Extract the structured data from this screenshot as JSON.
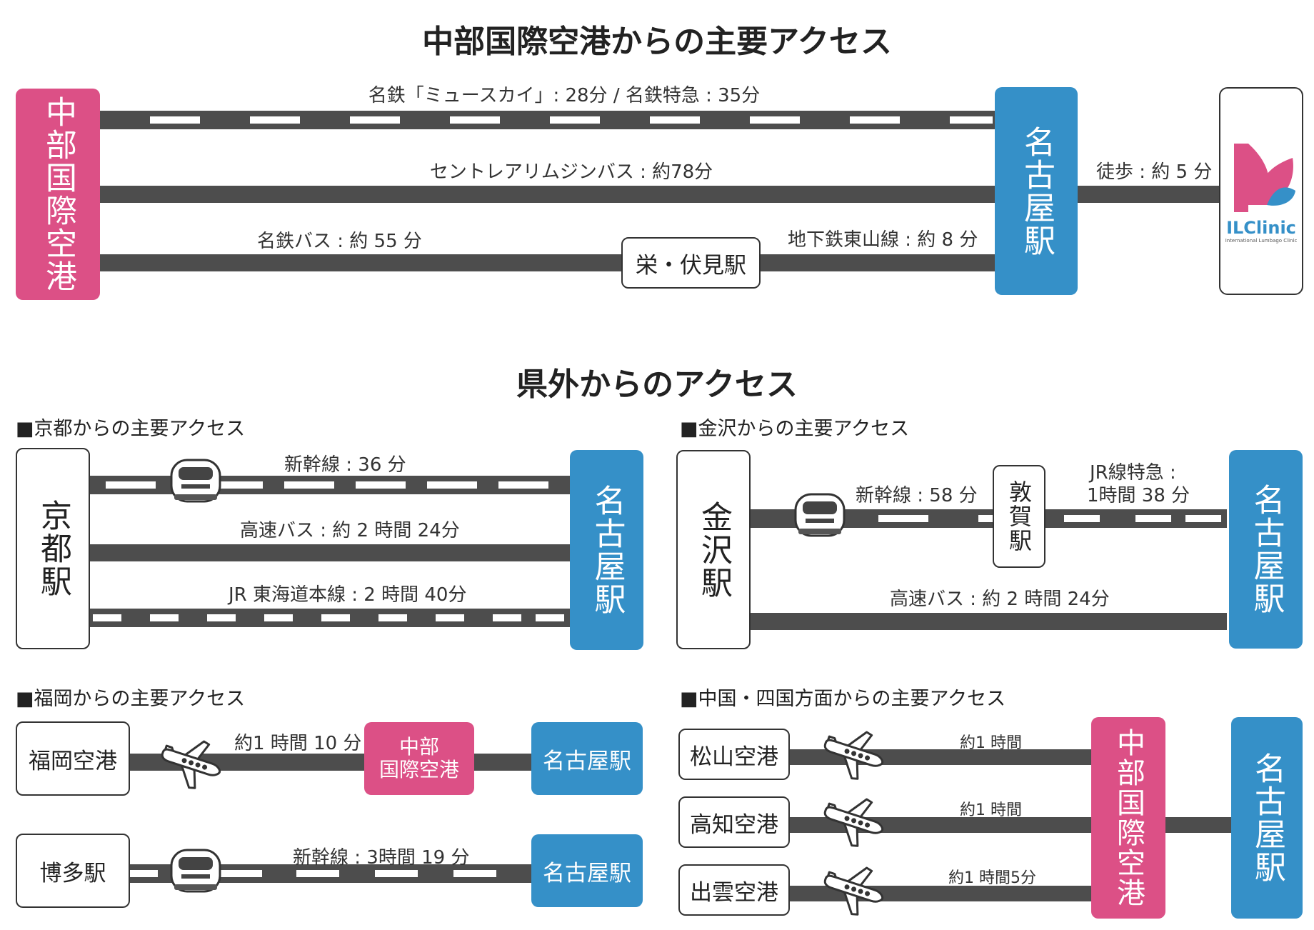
{
  "section1": {
    "title": "中部国際空港からの主要アクセス",
    "origin": "中部国際空港",
    "routes": [
      {
        "label": "名鉄「ミュースカイ」: 28分 / 名鉄特急 : 35分"
      },
      {
        "label": "セントレアリムジンバス : 約78分"
      },
      {
        "label": "名鉄バス : 約 55 分"
      }
    ],
    "transfer_station": "栄・伏見駅",
    "subway_label": "地下鉄東山線 : 約 8 分",
    "nagoya": "名古屋駅",
    "walk_label": "徒歩 : 約 5 分",
    "clinic_logo": "ILClinic",
    "clinic_sub": "International Lumbago Clinic"
  },
  "section2": {
    "title": "県外からのアクセス",
    "kyoto": {
      "title": "■京都からの主要アクセス",
      "origin": "京都駅",
      "shinkansen": "新幹線 : 36 分",
      "bus": "高速バス : 約 2 時間 24分",
      "jr": "JR 東海道本線 : 2 時間 40分",
      "dest": "名古屋駅"
    },
    "kanazawa": {
      "title": "■金沢からの主要アクセス",
      "origin": "金沢駅",
      "shinkansen": "新幹線 : 58 分",
      "via": "敦賀駅",
      "jr_line1": "JR線特急 :",
      "jr_line2": "1時間 38 分",
      "bus": "高速バス : 約 2 時間 24分",
      "dest": "名古屋駅"
    },
    "fukuoka": {
      "title": "■福岡からの主要アクセス",
      "airport": "福岡空港",
      "flight": "約1 時間 10 分",
      "chubu_line1": "中部",
      "chubu_line2": "国際空港",
      "dest1": "名古屋駅",
      "hakata": "博多駅",
      "shinkansen": "新幹線 : 3時間 19 分",
      "dest2": "名古屋駅"
    },
    "chugoku": {
      "title": "■中国・四国方面からの主要アクセス",
      "airports": [
        {
          "name": "松山空港",
          "time": "約1 時間"
        },
        {
          "name": "高知空港",
          "time": "約1 時間"
        },
        {
          "name": "出雲空港",
          "time": "約1 時間5分"
        }
      ],
      "chubu": "中部国際空港",
      "dest": "名古屋駅"
    }
  }
}
